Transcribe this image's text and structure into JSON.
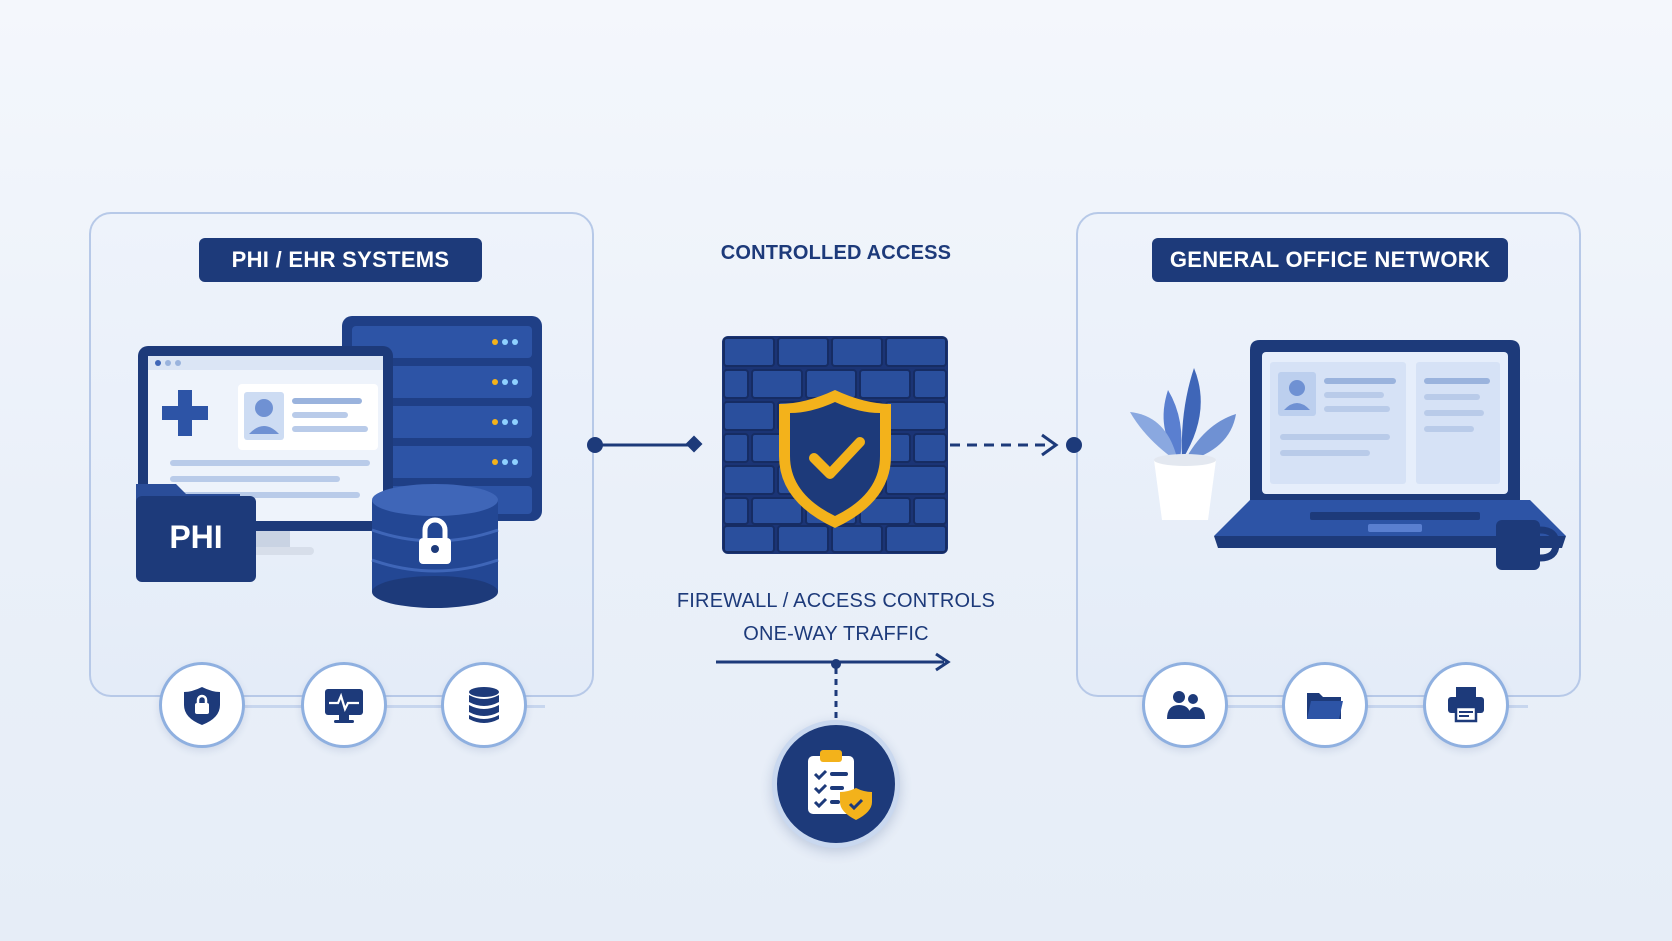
{
  "left_zone": {
    "title": "PHI / EHR SYSTEMS",
    "folder_label": "PHI",
    "icons": [
      "shield-lock-icon",
      "monitor-pulse-icon",
      "database-icon"
    ]
  },
  "center": {
    "top_label": "CONTROLLED ACCESS",
    "firewall_label": "FIREWALL / ACCESS CONTROLS",
    "traffic_label": "ONE-WAY TRAFFIC",
    "audit_icon": "clipboard-checklist-shield-icon"
  },
  "right_zone": {
    "title": "GENERAL OFFICE NETWORK",
    "icons": [
      "users-icon",
      "folder-icon",
      "printer-icon"
    ]
  },
  "colors": {
    "navy": "#1d3a7a",
    "accent": "#f3b21b",
    "light_border": "#b7c9e8",
    "blue": "#3f66b8"
  }
}
